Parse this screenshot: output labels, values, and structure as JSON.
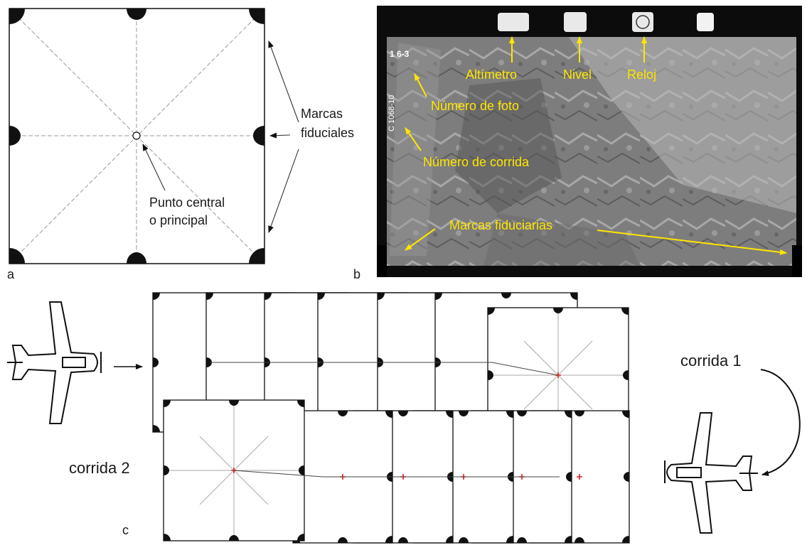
{
  "panel_a": {
    "letter": "a",
    "marks_label_1": "Marcas",
    "marks_label_2": "fiduciales",
    "center_label_1": "Punto central",
    "center_label_2": "o principal"
  },
  "panel_b": {
    "letter": "b",
    "photo_id": "1 6-3",
    "run_code": "C 1068-10",
    "altimeter": "Altímetro",
    "level": "Nivel",
    "clock": "Reloj",
    "photo_number": "Número de foto",
    "run_number": "Número de corrida",
    "fiducial_marks": "Marcas fiduciarias"
  },
  "panel_c": {
    "letter": "c",
    "run1": "corrida 1",
    "run2": "corrida 2"
  },
  "colors": {
    "annotation": "#ffe600",
    "center_point": "#e0201c",
    "mark": "#111111"
  }
}
